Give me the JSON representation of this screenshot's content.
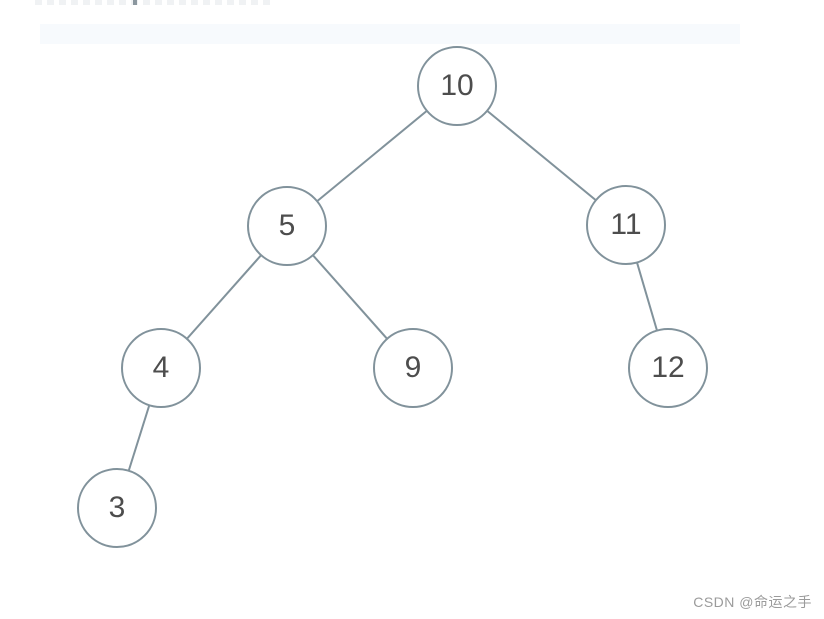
{
  "diagram": {
    "type": "binary-tree",
    "nodes": [
      {
        "id": "n10",
        "label": "10"
      },
      {
        "id": "n5",
        "label": "5"
      },
      {
        "id": "n11",
        "label": "11"
      },
      {
        "id": "n4",
        "label": "4"
      },
      {
        "id": "n9",
        "label": "9"
      },
      {
        "id": "n12",
        "label": "12"
      },
      {
        "id": "n3",
        "label": "3"
      }
    ],
    "edges": [
      {
        "from": "10",
        "to": "5"
      },
      {
        "from": "10",
        "to": "11"
      },
      {
        "from": "5",
        "to": "4"
      },
      {
        "from": "5",
        "to": "9"
      },
      {
        "from": "11",
        "to": "12"
      },
      {
        "from": "4",
        "to": "3"
      }
    ],
    "colors": {
      "node_border": "#81929b",
      "node_fill": "#ffffff",
      "node_text": "#4d4d4d",
      "edge": "#81929b",
      "background": "#ffffff"
    }
  },
  "watermark": {
    "text": "CSDN @命运之手",
    "color": "#9b9b9b"
  }
}
